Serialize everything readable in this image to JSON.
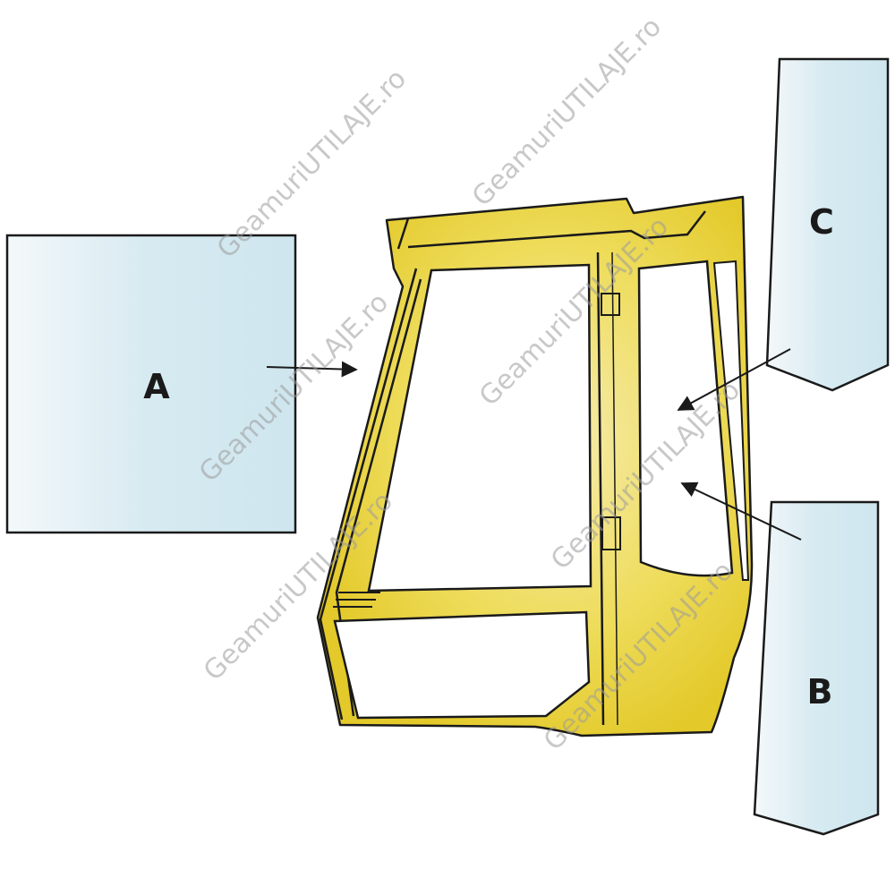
{
  "panels": [
    {
      "id": "A",
      "label": "A"
    },
    {
      "id": "B",
      "label": "B"
    },
    {
      "id": "C",
      "label": "C"
    }
  ],
  "watermark": "GeamuriUTILAJE.ro",
  "colors": {
    "cab_frame": "#e8d23a",
    "cab_outline": "#1a1a1a",
    "glass_light": "#f4f8fa",
    "glass_dark": "#cfe6ee",
    "arrow": "#1a1a1a"
  }
}
